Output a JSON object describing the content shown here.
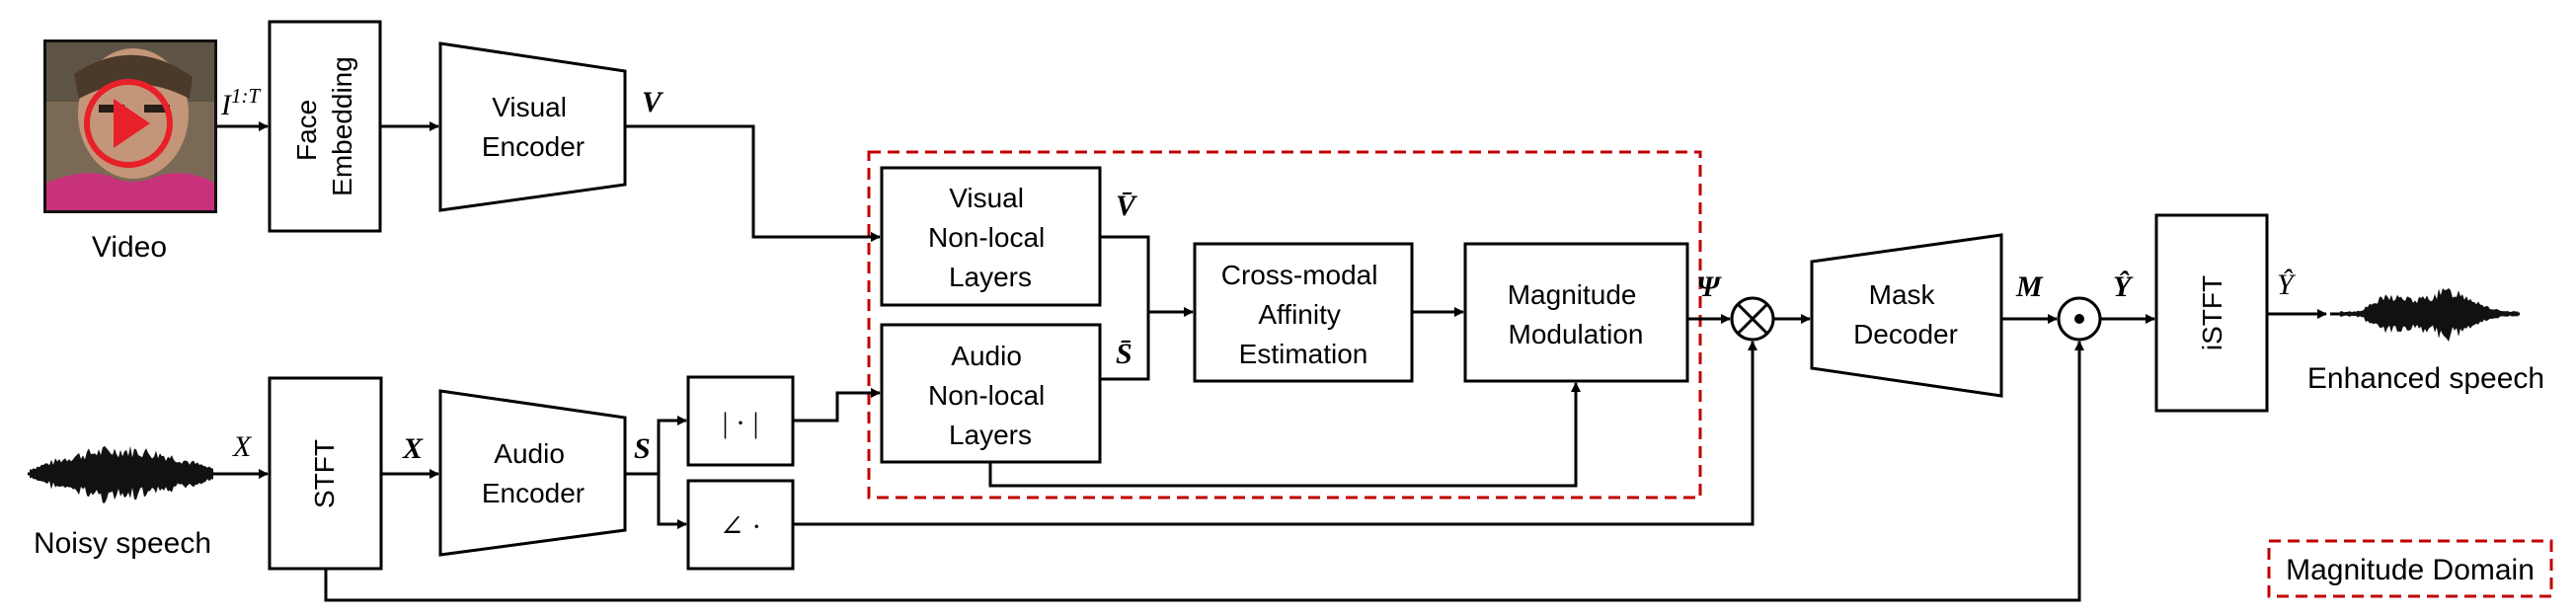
{
  "colors": {
    "line": "#000000",
    "dashed_box": "#c00000",
    "play_button": "#e8202a"
  },
  "icons": {
    "play": "play-icon",
    "waveform": "waveform-icon",
    "multiply": "circle-times-icon",
    "elementwise": "circle-dot-icon"
  },
  "inputs": {
    "video_caption": "Video",
    "noisy_caption": "Noisy speech"
  },
  "blocks": {
    "face_embedding": [
      "Face",
      "Embedding"
    ],
    "visual_encoder": [
      "Visual",
      "Encoder"
    ],
    "audio_encoder": [
      "Audio",
      "Encoder"
    ],
    "stft": "STFT",
    "magnitude_op": "| · |",
    "phase_op": "∠ ·",
    "visual_nonlocal": [
      "Visual",
      "Non-local",
      "Layers"
    ],
    "audio_nonlocal": [
      "Audio",
      "Non-local",
      "Layers"
    ],
    "cross_modal": [
      "Cross-modal",
      "Affinity",
      "Estimation"
    ],
    "magnitude_modulation": [
      "Magnitude",
      "Modulation"
    ],
    "mask_decoder": [
      "Mask",
      "Decoder"
    ],
    "istft": "iSTFT"
  },
  "signals": {
    "frames": "I",
    "frames_sup": "1:T",
    "v": "V",
    "v_bar": "V̄",
    "s_bar": "S̄",
    "x_in": "X",
    "x_bold": "X",
    "s": "S",
    "psi": "Ψ",
    "m": "M",
    "y_hat_bold": "Ŷ",
    "y_hat": "Ŷ"
  },
  "output_caption": "Enhanced speech",
  "legend": {
    "label": "Magnitude Domain"
  }
}
